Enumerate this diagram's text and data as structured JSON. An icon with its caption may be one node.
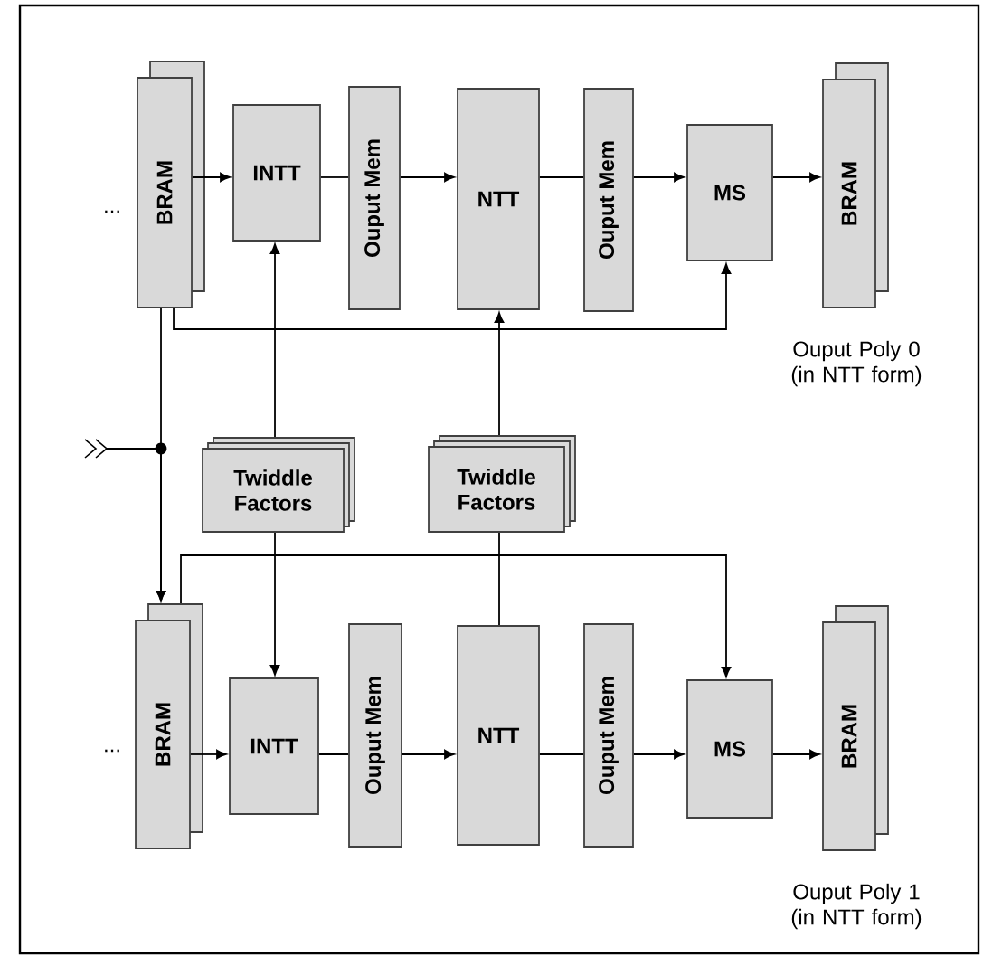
{
  "diagram": {
    "nodes": [
      {
        "text": [
          "BRAM"
        ]
      },
      {
        "text": [
          "INTT"
        ]
      },
      {
        "text": [
          "Ouput Mem"
        ]
      },
      {
        "text": [
          "NTT"
        ]
      },
      {
        "text": [
          "Ouput Mem"
        ]
      },
      {
        "text": [
          "MS"
        ]
      },
      {
        "text": [
          "BRAM"
        ],
        "beside": [
          "Ouput Poly 0 (in NTT form)"
        ]
      },
      {
        "text": [
          "Twiddle Factors"
        ]
      },
      {
        "text": [
          "Twiddle Factors"
        ]
      },
      {
        "text": [
          "BRAM"
        ]
      },
      {
        "text": [
          "INTT"
        ]
      },
      {
        "text": [
          "Ouput Mem"
        ]
      },
      {
        "text": [
          "NTT"
        ]
      },
      {
        "text": [
          "Ouput Mem"
        ]
      },
      {
        "text": [
          "MS"
        ]
      },
      {
        "text": [
          "BRAM"
        ],
        "beside": [
          "Ouput Poly 1 (in NTT form)"
        ]
      }
    ],
    "edges": [
      {
        "from": 0,
        "to": 1,
        "arrow": "to"
      },
      {
        "from": 1,
        "to": 2,
        "arrow": "none"
      },
      {
        "from": 2,
        "to": 3,
        "arrow": "to"
      },
      {
        "from": 3,
        "to": 4,
        "arrow": "none"
      },
      {
        "from": 4,
        "to": 5,
        "arrow": "to"
      },
      {
        "from": 5,
        "to": 6,
        "arrow": "to"
      },
      {
        "from": 0,
        "to": 5,
        "arrow": "to"
      },
      {
        "from": 7,
        "to": 1,
        "arrow": "to"
      },
      {
        "from": 8,
        "to": 3,
        "arrow": "to"
      },
      {
        "from": 0,
        "to": 9,
        "arrow": "to"
      },
      {
        "from": null,
        "to": 9,
        "arrow": "to"
      },
      {
        "from": 7,
        "to": 10,
        "arrow": "to"
      },
      {
        "from": 8,
        "to": 12,
        "arrow": "none"
      },
      {
        "from": 9,
        "to": 14,
        "arrow": "to"
      },
      {
        "from": 9,
        "to": 10,
        "arrow": "to"
      },
      {
        "from": 10,
        "to": 11,
        "arrow": "none"
      },
      {
        "from": 11,
        "to": 12,
        "arrow": "to"
      },
      {
        "from": 12,
        "to": 13,
        "arrow": "none"
      },
      {
        "from": 13,
        "to": 14,
        "arrow": "to"
      },
      {
        "from": 14,
        "to": 15,
        "arrow": "to"
      }
    ],
    "labels": [
      "...",
      "..."
    ]
  }
}
